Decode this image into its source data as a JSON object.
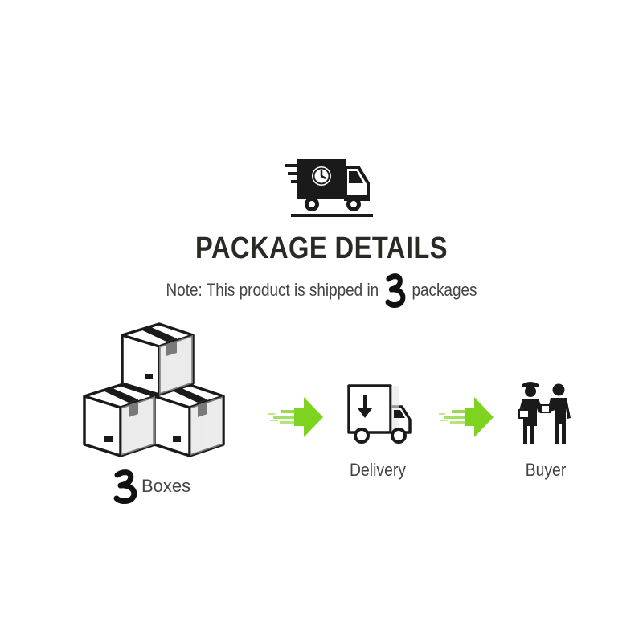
{
  "header": {
    "title": "PACKAGE DETAILS",
    "note_prefix": "Note: This product is shipped in",
    "note_count": "3",
    "note_suffix": "packages",
    "icon": "delivery-truck-clock-icon"
  },
  "flow": {
    "steps": [
      {
        "label": "Boxes",
        "count": "3",
        "icon": "stacked-boxes-icon"
      },
      {
        "label": "Delivery",
        "icon": "delivery-truck-icon"
      },
      {
        "label": "Buyer",
        "icon": "handover-people-icon"
      }
    ],
    "arrow_icon": "green-arrow-icon"
  },
  "colors": {
    "text_dark": "#2a2a24",
    "text_gray": "#444444",
    "arrow_green": "#7ed321",
    "icon_black": "#1a1a1a"
  }
}
